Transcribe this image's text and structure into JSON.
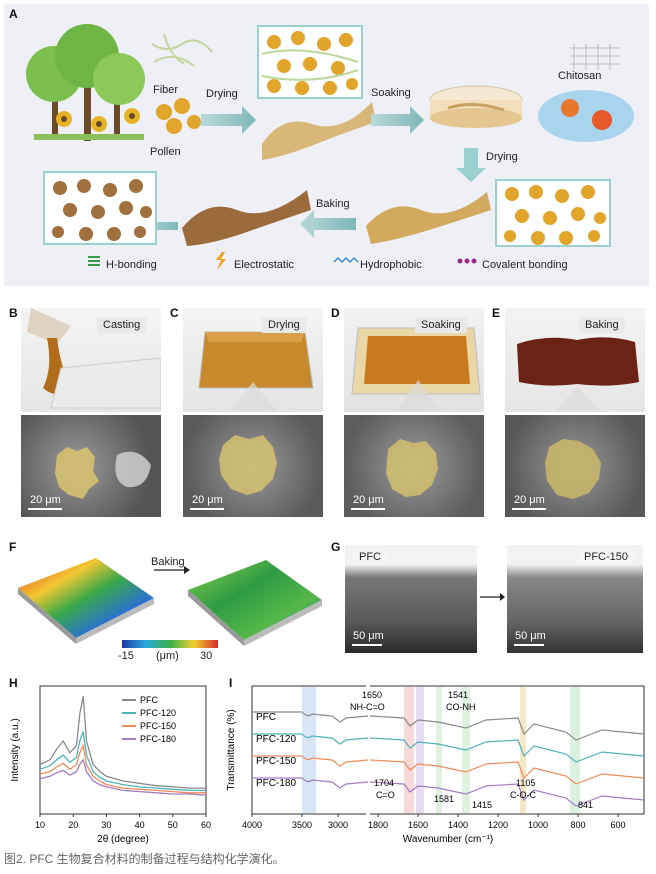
{
  "panels": {
    "a": "A",
    "b": "B",
    "c": "C",
    "d": "D",
    "e": "E",
    "f": "F",
    "g": "G",
    "h": "H",
    "i": "I"
  },
  "schematic": {
    "fiber": "Fiber",
    "pollen": "Pollen",
    "drying1": "Drying",
    "soaking": "Soaking",
    "chitosan": "Chitosan",
    "drying2": "Drying",
    "baking": "Baking",
    "legend": {
      "hbond": "H-bonding",
      "electrostatic": "Electrostatic",
      "hydrophobic": "Hydrophobic",
      "covalent": "Covalent bonding"
    }
  },
  "photos": {
    "b": {
      "tag": "Casting",
      "scale": "20 μm"
    },
    "c": {
      "tag": "Drying",
      "scale": "20 μm"
    },
    "d": {
      "tag": "Soaking",
      "scale": "20 μm"
    },
    "e": {
      "tag": "Baking",
      "scale": "20 μm"
    }
  },
  "panelF": {
    "arrow": "Baking",
    "cb_min": "-15",
    "cb_unit": "(μm)",
    "cb_max": "30"
  },
  "panelG": {
    "left": "PFC",
    "right": "PFC-150",
    "scale1": "50 μm",
    "scale2": "50 μm"
  },
  "colors": {
    "PFC": "#8a8a8a",
    "PFC-120": "#4fb3b8",
    "PFC-150": "#f08a5a",
    "PFC-180": "#a07cc0"
  },
  "chart_data": [
    {
      "type": "line",
      "xlabel": "2θ (degree)",
      "ylabel": "Intensity (a.u.)",
      "xlim": [
        10,
        60
      ],
      "xticks": [
        10,
        20,
        30,
        40,
        50,
        60
      ],
      "legend": [
        "PFC",
        "PFC-120",
        "PFC-150",
        "PFC-180"
      ],
      "series": [
        {
          "name": "PFC",
          "x": [
            10,
            13,
            15,
            17,
            19,
            21,
            22,
            23,
            24,
            26,
            28,
            30,
            35,
            40,
            45,
            50,
            55,
            60
          ],
          "y": [
            0.42,
            0.46,
            0.55,
            0.62,
            0.52,
            0.58,
            0.85,
            1.0,
            0.62,
            0.42,
            0.36,
            0.32,
            0.28,
            0.26,
            0.24,
            0.23,
            0.22,
            0.22
          ]
        },
        {
          "name": "PFC-120",
          "x": [
            10,
            13,
            15,
            17,
            19,
            21,
            22,
            23,
            24,
            26,
            28,
            30,
            35,
            40,
            45,
            50,
            55,
            60
          ],
          "y": [
            0.38,
            0.41,
            0.46,
            0.5,
            0.44,
            0.48,
            0.62,
            0.7,
            0.5,
            0.36,
            0.31,
            0.28,
            0.25,
            0.23,
            0.22,
            0.21,
            0.2,
            0.2
          ]
        },
        {
          "name": "PFC-150",
          "x": [
            10,
            13,
            15,
            17,
            19,
            21,
            22,
            23,
            24,
            26,
            28,
            30,
            35,
            40,
            45,
            50,
            55,
            60
          ],
          "y": [
            0.34,
            0.36,
            0.4,
            0.43,
            0.38,
            0.42,
            0.52,
            0.58,
            0.42,
            0.32,
            0.28,
            0.25,
            0.22,
            0.21,
            0.2,
            0.19,
            0.18,
            0.18
          ]
        },
        {
          "name": "PFC-180",
          "x": [
            10,
            13,
            15,
            17,
            19,
            21,
            22,
            23,
            24,
            26,
            28,
            30,
            35,
            40,
            45,
            50,
            55,
            60
          ],
          "y": [
            0.3,
            0.32,
            0.35,
            0.37,
            0.33,
            0.36,
            0.42,
            0.46,
            0.36,
            0.28,
            0.25,
            0.23,
            0.2,
            0.19,
            0.18,
            0.17,
            0.17,
            0.16
          ]
        }
      ]
    },
    {
      "type": "line",
      "xlabel": "Wavenumber (cm⁻¹)",
      "ylabel": "Transmittance (%)",
      "xticks": [
        4000,
        3500,
        3000,
        1800,
        1600,
        1400,
        1200,
        1000,
        800,
        600
      ],
      "series_labels": [
        "PFC",
        "PFC-120",
        "PFC-150",
        "PFC-180"
      ],
      "annotations": [
        "1650",
        "NH-C=O",
        "1541",
        "CO-NH",
        "1704",
        "C=O",
        "1581",
        "1415",
        "1105",
        "C-O-C",
        "841"
      ]
    }
  ],
  "caption": "图2. PFC 生物复合材料的制备过程与结构化学演化。"
}
